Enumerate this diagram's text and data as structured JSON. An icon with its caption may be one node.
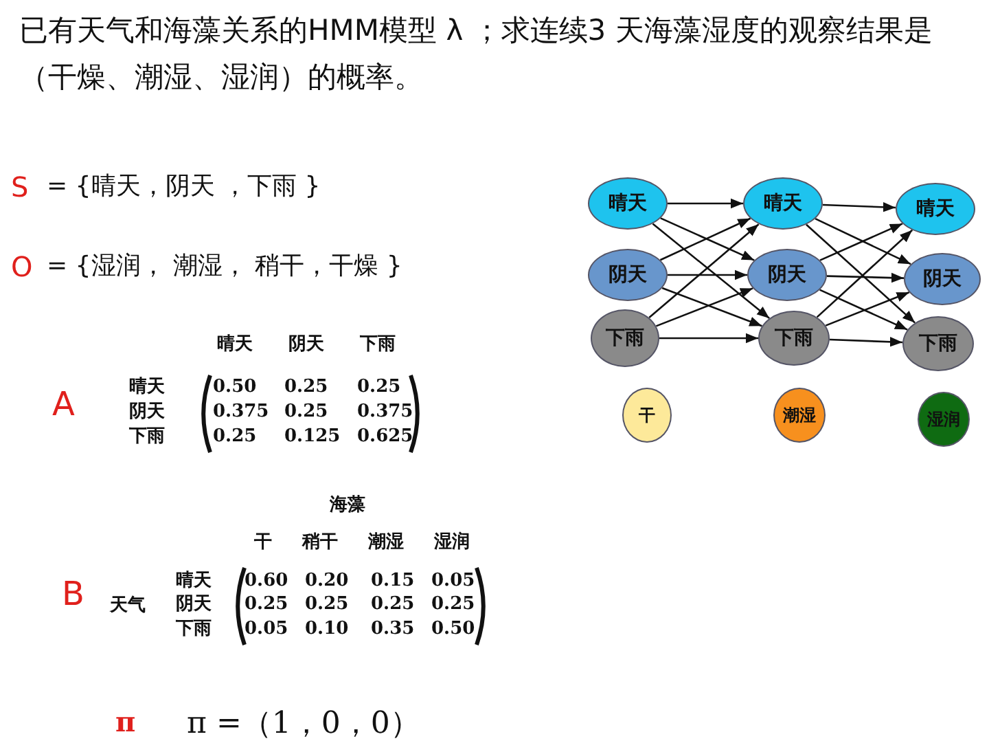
{
  "diagram": {
    "title": "已有天气和海藻关系的HMM模型 λ ；求连续3 天海藻湿度的观察结果是（干燥、潮湿、湿润）的概率。",
    "nodes": [
      {
        "text": [
          "晴天"
        ]
      },
      {
        "text": [
          "阴天"
        ]
      },
      {
        "text": [
          "下雨"
        ]
      },
      {
        "text": [
          "晴天"
        ]
      },
      {
        "text": [
          "阴天"
        ]
      },
      {
        "text": [
          "下雨"
        ]
      },
      {
        "text": [
          "晴天"
        ]
      },
      {
        "text": [
          "阴天"
        ]
      },
      {
        "text": [
          "下雨"
        ]
      },
      {
        "text": [
          "干"
        ]
      },
      {
        "text": [
          "潮湿"
        ]
      },
      {
        "text": [
          "湿润"
        ]
      }
    ],
    "edges": [
      {
        "from": 0,
        "to": 3,
        "arrow": "to"
      },
      {
        "from": 0,
        "to": 4,
        "arrow": "to"
      },
      {
        "from": 0,
        "to": 5,
        "arrow": "to"
      },
      {
        "from": 1,
        "to": 3,
        "arrow": "to"
      },
      {
        "from": 1,
        "to": 4,
        "arrow": "to"
      },
      {
        "from": 1,
        "to": 5,
        "arrow": "to"
      },
      {
        "from": 2,
        "to": 3,
        "arrow": "to"
      },
      {
        "from": 2,
        "to": 4,
        "arrow": "to"
      },
      {
        "from": 2,
        "to": 5,
        "arrow": "to"
      },
      {
        "from": 3,
        "to": 6,
        "arrow": "to"
      },
      {
        "from": 3,
        "to": 7,
        "arrow": "to"
      },
      {
        "from": 3,
        "to": 8,
        "arrow": "to"
      },
      {
        "from": 4,
        "to": 6,
        "arrow": "to"
      },
      {
        "from": 4,
        "to": 7,
        "arrow": "to"
      },
      {
        "from": 4,
        "to": 8,
        "arrow": "to"
      },
      {
        "from": 5,
        "to": 6,
        "arrow": "to"
      },
      {
        "from": 5,
        "to": 7,
        "arrow": "to"
      },
      {
        "from": 5,
        "to": 8,
        "arrow": "to"
      }
    ],
    "labels": [
      "S",
      "= {晴天，阴天 ，下雨 }",
      "O",
      "= {湿润， 潮湿， 稍干，干燥 }",
      "A",
      "晴天",
      "阴天",
      "下雨",
      "晴天",
      "0.50",
      "0.25",
      "0.25",
      "阴天",
      "0.375",
      "0.25",
      "0.375",
      "下雨",
      "0.25",
      "0.125",
      "0.625",
      "B",
      "海藻",
      "干",
      "稍干",
      "潮湿",
      "湿润",
      "天气",
      "晴天",
      "0.60",
      "0.20",
      "0.15",
      "0.05",
      "阴天",
      "0.25",
      "0.25",
      "0.25",
      "0.25",
      "下雨",
      "0.05",
      "0.10",
      "0.35",
      "0.50",
      "π",
      "π =（1，0，0）"
    ]
  }
}
